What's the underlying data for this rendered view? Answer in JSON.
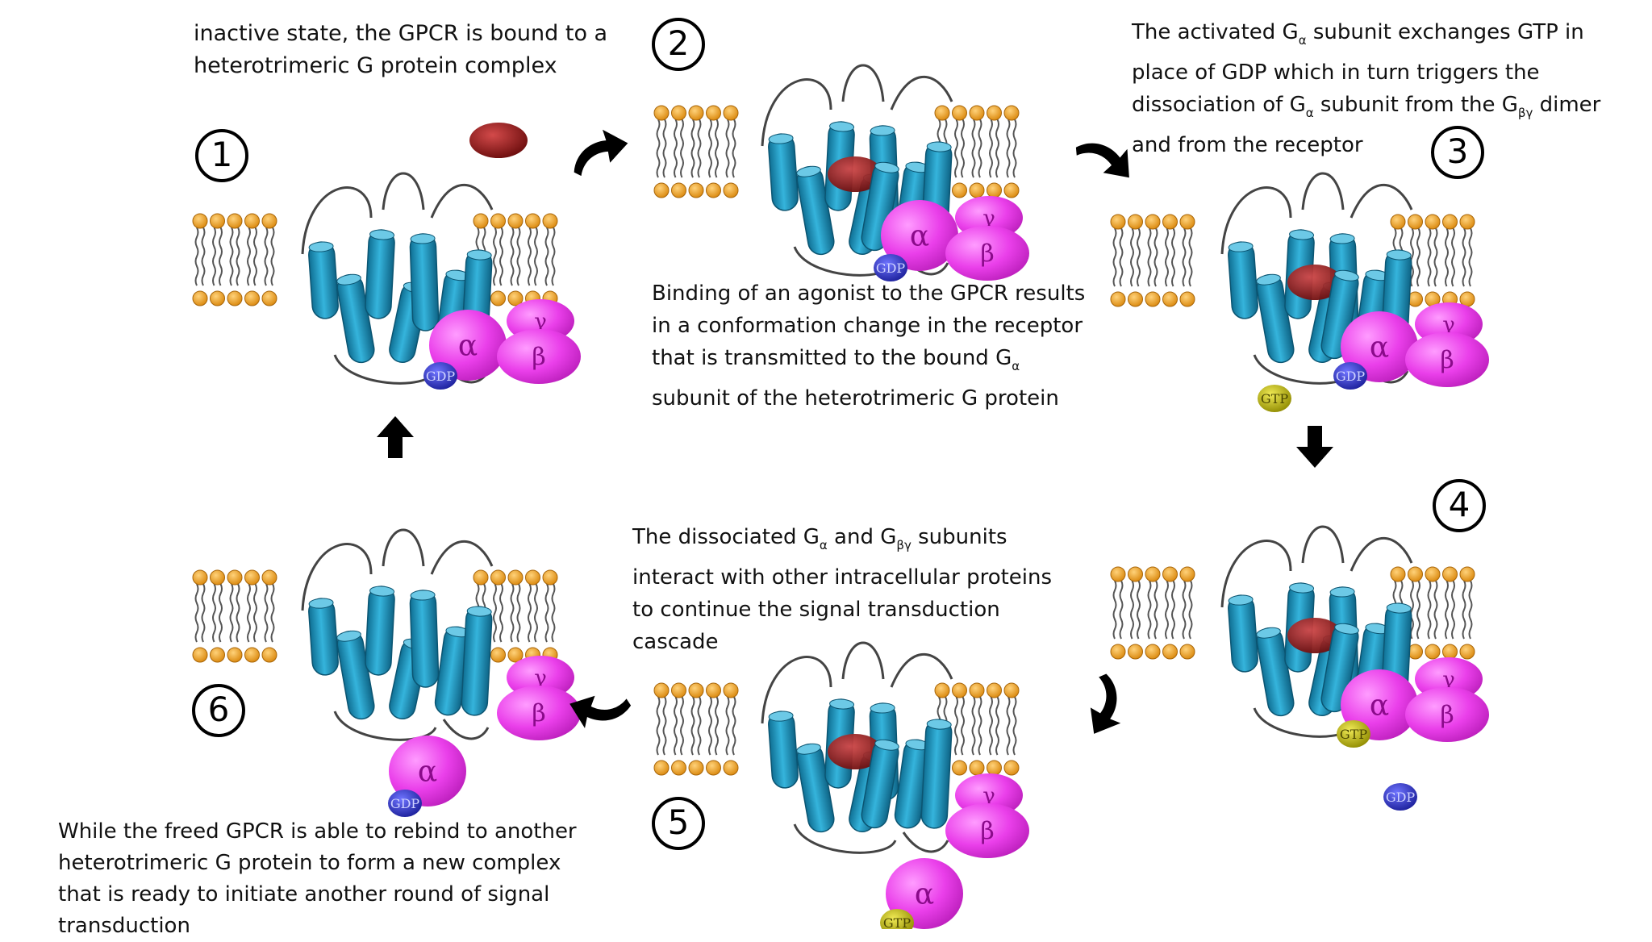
{
  "colors": {
    "membrane_head": "#f2a51d",
    "membrane_tail": "#555555",
    "helix": "#1f8fb5",
    "helix_light": "#6cc9e6",
    "ligand": "#8b1a1a",
    "g_protein": "#e63ce6",
    "gdp": "#2a2fc2",
    "gtp": "#b8b000",
    "arrow": "#000000"
  },
  "symbols": {
    "alpha": "α",
    "beta": "β",
    "gamma": "γ",
    "gdp": "GDP",
    "gtp": "GTP"
  },
  "steps": [
    {
      "number": "1",
      "caption": [
        "inactive state, the GPCR is bound to a",
        "heterotrimeric G protein complex"
      ]
    },
    {
      "number": "2",
      "caption": [
        "Binding of an agonist to the GPCR results",
        "in a conformation change in the receptor",
        "that is transmitted to the bound G{α}",
        "subunit of the heterotrimeric G protein"
      ]
    },
    {
      "number": "3",
      "caption": [
        "The activated G{α} subunit exchanges GTP in",
        "place of GDP which in turn triggers the",
        "dissociation of G{α} subunit from the G{βγ} dimer",
        "and from the receptor"
      ]
    },
    {
      "number": "4",
      "caption": []
    },
    {
      "number": "5",
      "caption": [
        "The dissociated G{α} and G{βγ} subunits",
        "interact with other intracellular proteins",
        "to continue the signal transduction",
        "cascade"
      ]
    },
    {
      "number": "6",
      "caption": [
        "While the freed GPCR is able to rebind to another",
        "heterotrimeric G protein to form a new complex",
        "that is ready to initiate another round of signal",
        "transduction"
      ]
    }
  ]
}
